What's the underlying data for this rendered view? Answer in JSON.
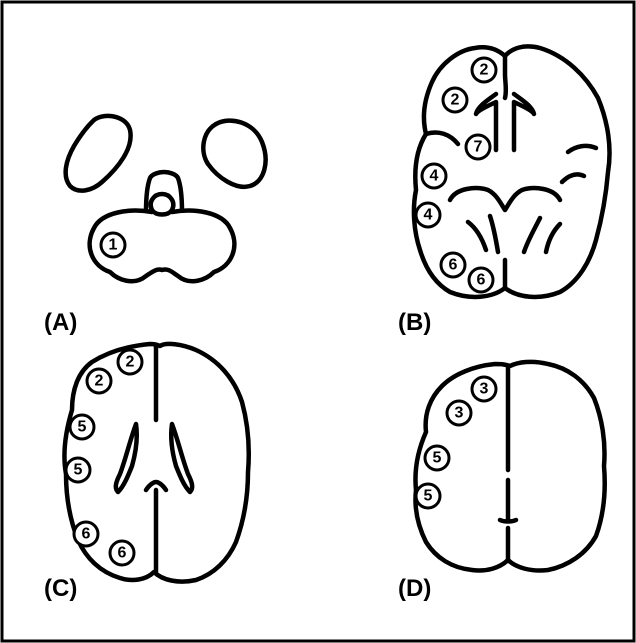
{
  "panels": {
    "a": {
      "label": "(A)",
      "markers": [
        "1"
      ]
    },
    "b": {
      "label": "(B)",
      "markers": [
        "2",
        "2",
        "7",
        "4",
        "4",
        "6",
        "6"
      ]
    },
    "c": {
      "label": "(C)",
      "markers": [
        "2",
        "2",
        "5",
        "5",
        "6",
        "6"
      ]
    },
    "d": {
      "label": "(D)",
      "markers": [
        "3",
        "3",
        "5",
        "5"
      ]
    }
  },
  "colors": {
    "stroke": "#000000",
    "background": "#ffffff"
  }
}
